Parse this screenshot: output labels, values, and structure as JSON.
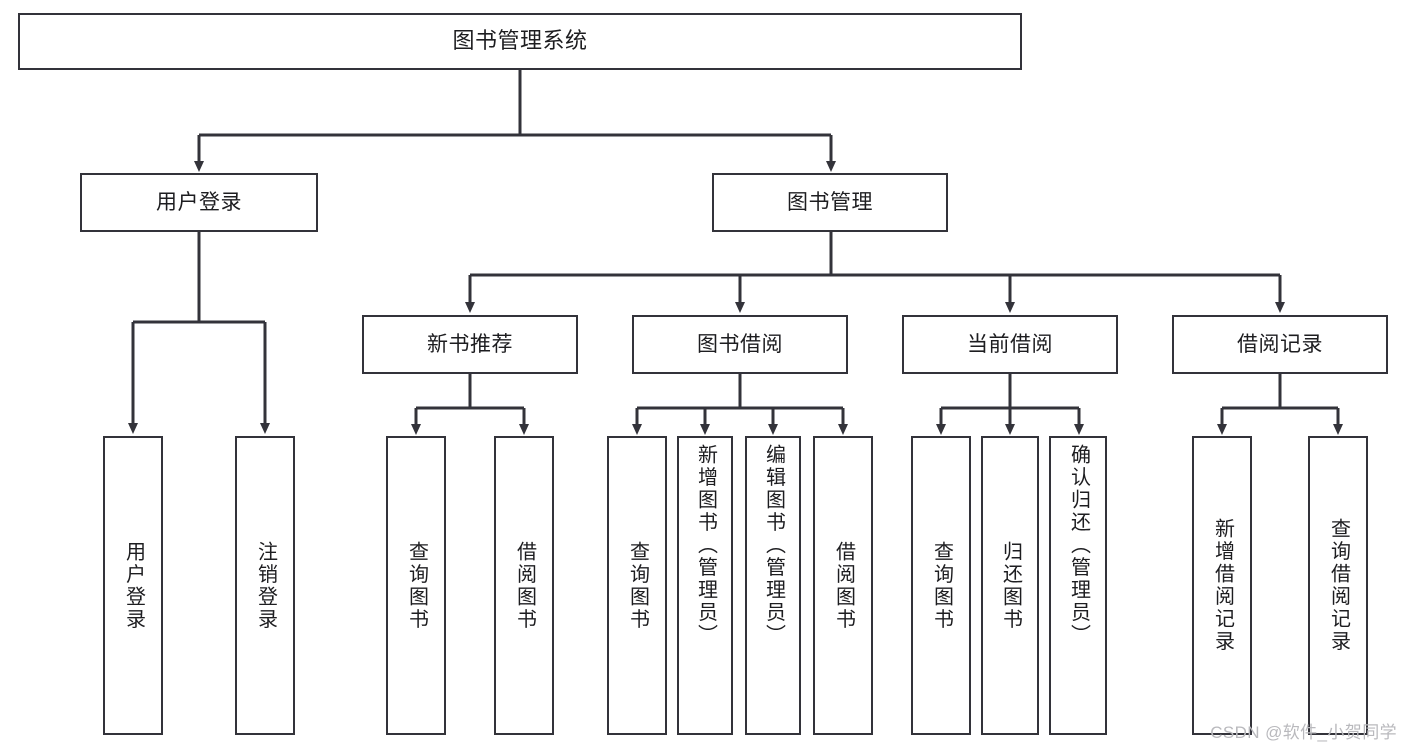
{
  "diagram": {
    "title": "图书管理系统",
    "watermark": "CSDN @软件_小贺同学",
    "colors": {
      "box_border": "#33333a",
      "box_fill": "#ffffff",
      "edge": "#33333a",
      "text": "#1d1d20",
      "watermark": "#b9b9bd"
    },
    "root": {
      "label": "图书管理系统"
    },
    "level2": [
      {
        "label": "用户登录"
      },
      {
        "label": "图书管理"
      }
    ],
    "level3": [
      {
        "label": "新书推荐"
      },
      {
        "label": "图书借阅"
      },
      {
        "label": "当前借阅"
      },
      {
        "label": "借阅记录"
      }
    ],
    "leaves": {
      "user_login": [
        {
          "label": "用户登录"
        },
        {
          "label": "注销登录"
        }
      ],
      "new_book": [
        {
          "label": "查询图书"
        },
        {
          "label": "借阅图书"
        }
      ],
      "book_borrow": [
        {
          "label": "查询图书"
        },
        {
          "label": "新增图书（管理员）"
        },
        {
          "label": "编辑图书（管理员）"
        },
        {
          "label": "借阅图书"
        }
      ],
      "current_borrow": [
        {
          "label": "查询图书"
        },
        {
          "label": "归还图书"
        },
        {
          "label": "确认归还（管理员）"
        }
      ],
      "borrow_record": [
        {
          "label": "新增借阅记录"
        },
        {
          "label": "查询借阅记录"
        }
      ]
    }
  }
}
